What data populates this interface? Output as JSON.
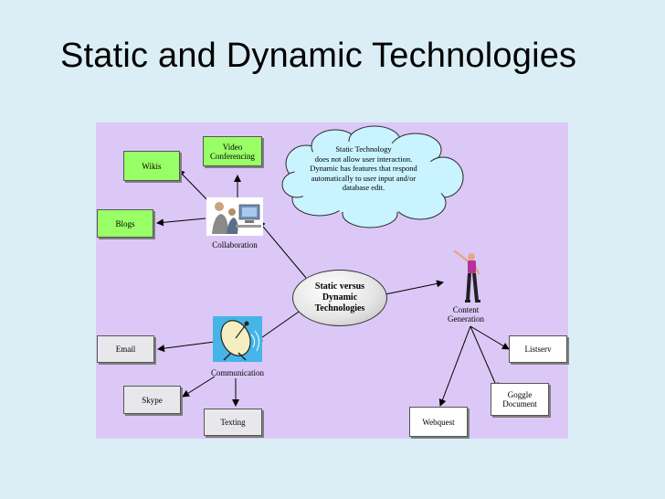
{
  "slide": {
    "title": "Static and Dynamic Technologies"
  },
  "diagram": {
    "center": {
      "line1": "Static versus",
      "line2": "Dynamic",
      "line3": "Technologies"
    },
    "cloud": {
      "line1": "Static Technology",
      "line2": "does not allow user interaction.",
      "line3": "Dynamic has features that respond",
      "line4": "automatically to user input and/or",
      "line5": "database edit."
    },
    "collaboration": {
      "label": "Collaboration",
      "children": {
        "video": {
          "line1": "Video",
          "line2": "Conferencing"
        },
        "wikis": "Wikis",
        "blogs": "Blogs"
      }
    },
    "communication": {
      "label": "Communication",
      "children": {
        "email": "Email",
        "skype": "Skype",
        "texting": "Texting"
      }
    },
    "content": {
      "line1": "Content",
      "line2": "Generation",
      "children": {
        "listserv": "Listserv",
        "google": {
          "line1": "Goggle",
          "line2": "Document"
        },
        "webquest": "Webquest"
      }
    },
    "icons": {
      "collaboration": "people-at-computer-icon",
      "communication": "satellite-dish-icon",
      "content": "person-pointing-icon"
    },
    "colors": {
      "background": "#dbeef6",
      "panel": "#dcc8f6",
      "green_box": "#99ff66",
      "gray_box": "#e8e8ec",
      "cloud": "#c9f3ff"
    }
  }
}
